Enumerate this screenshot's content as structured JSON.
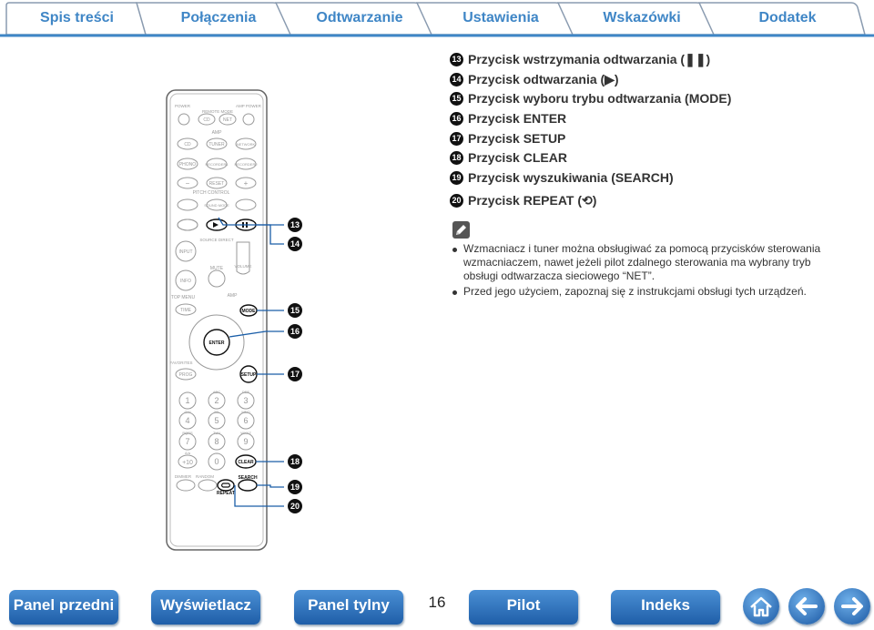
{
  "tabs": [
    "Spis treści",
    "Połączenia",
    "Odtwarzanie",
    "Ustawienia",
    "Wskazówki",
    "Dodatek"
  ],
  "items": [
    {
      "num": "13",
      "label": "Przycisk wstrzymania odtwarzania (❚❚)"
    },
    {
      "num": "14",
      "label": "Przycisk odtwarzania (▶)"
    },
    {
      "num": "15",
      "label": "Przycisk wyboru trybu odtwarzania (MODE)"
    },
    {
      "num": "16",
      "label": "Przycisk ENTER"
    },
    {
      "num": "17",
      "label": "Przycisk SETUP"
    },
    {
      "num": "18",
      "label": "Przycisk CLEAR"
    },
    {
      "num": "19",
      "label": "Przycisk wyszukiwania (SEARCH)"
    },
    {
      "num": "20",
      "label": "Przycisk REPEAT (⟲)"
    }
  ],
  "notes": [
    "Wzmacniacz i tuner można obsługiwać za pomocą przycisków sterowania wzmacniaczem, nawet jeżeli pilot zdalnego sterowania ma wybrany tryb obsługi odtwarzacza sieciowego “NET”.",
    "Przed jego użyciem, zapoznaj się z instrukcjami obsługi tych urządzeń."
  ],
  "remote": {
    "labels": {
      "power": "POWER",
      "remote_mode": "REMOTE MODE",
      "amp_power": "AMP POWER",
      "cd": "CD",
      "net": "NET",
      "amp": "AMP",
      "cd2": "CD",
      "tuner": "TUNER",
      "network": "NETWORK",
      "phono": "PHONO",
      "recorder1": "RECORDER1",
      "recorder2": "RECORDER2",
      "minus": "−",
      "reset": "RESET",
      "plus": "+",
      "pitch_control": "PITCH CONTROL",
      "sound_mode": "SOUND MODE",
      "source_direct": "SOURCE DIRECT",
      "input": "INPUT",
      "info": "INFO",
      "mute": "MUTE",
      "volume": "VOLUME",
      "top_menu": "TOP MENU",
      "amp2": "AMP",
      "time": "TIME",
      "mode": "MODE",
      "enter": "ENTER",
      "favorites": "FAVORITES",
      "prog": "PROG",
      "setup": "SETUP",
      "clear": "CLEAR",
      "dimmer": "DIMMER",
      "random": "RANDOM",
      "search": "SEARCH",
      "repeat": "REPEAT"
    },
    "keypad": [
      "1",
      "2",
      "3",
      "4",
      "5",
      "6",
      "7",
      "8",
      "9",
      "+10",
      "0"
    ],
    "keypad_sub": [
      "",
      "ABC",
      "DEF",
      "GHI",
      "JKL",
      "MNO",
      "PQRS",
      "TUV",
      "WXYZ",
      "A/a",
      "."
    ]
  },
  "callouts": [
    "13",
    "14",
    "15",
    "16",
    "17",
    "18",
    "19",
    "20"
  ],
  "bottom_nav": {
    "front": "Panel przedni",
    "display": "Wyświetlacz",
    "rear": "Panel tylny",
    "page": "16",
    "remote": "Pilot",
    "index": "Indeks"
  },
  "icons": {
    "home": "home-icon",
    "back": "arrow-left-icon",
    "forward": "arrow-right-icon",
    "note": "pencil-note-icon"
  },
  "colors": {
    "accent": "#3f86c6",
    "nav": "#1f5ea8",
    "callout_line": "#1a5ea8"
  }
}
